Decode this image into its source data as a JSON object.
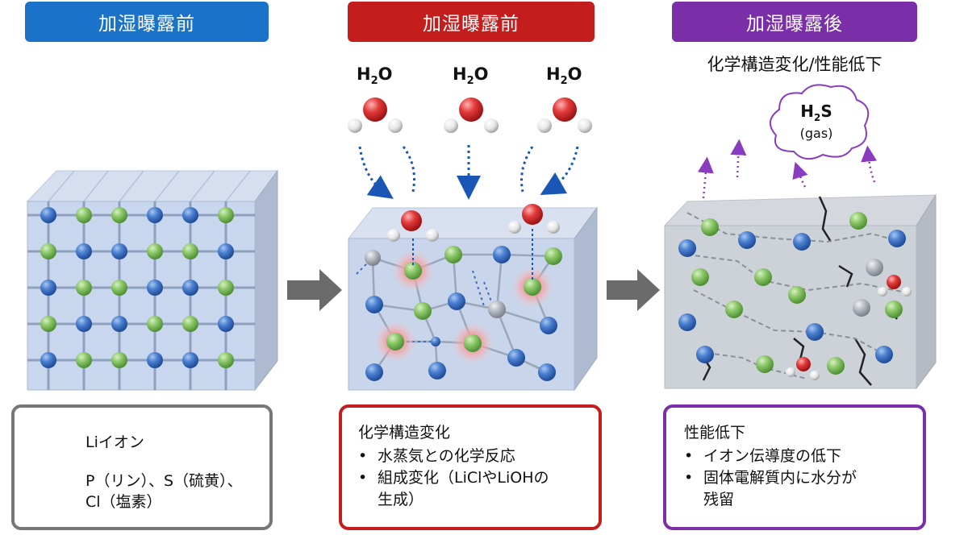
{
  "headers": {
    "before_left": "加湿曝露前",
    "before_mid": "加湿曝露前",
    "after": "加湿曝露後"
  },
  "subtitle": "化学構造変化/性能低下",
  "water_label": {
    "main": "H",
    "sub": "2",
    "tail": "O"
  },
  "h2s_label": {
    "main": "H",
    "sub": "2",
    "tail": "S",
    "gas": "(gas)"
  },
  "legend": {
    "li": "Liイオン",
    "anion_line1": "P（リン）、S（硫黄）、",
    "anion_line2": "Cl（塩素）"
  },
  "box_mid": {
    "title": "化学構造変化",
    "bullet_1": "水蒸気との化学反応",
    "bullet_2a": "組成変化（LiClやLiOHの",
    "bullet_2b": "生成）",
    "bullet_char": "•"
  },
  "box_right": {
    "title": "性能低下",
    "bullet_1": "イオン伝導度の低下",
    "bullet_2a": "固体電解質内に水分が",
    "bullet_2b": "残留",
    "bullet_char": "•"
  },
  "colors": {
    "blue_header": "#1a73c9",
    "red_header": "#c41d1d",
    "purple_header": "#7a2ea8",
    "li_ion": "#3d6fc2",
    "anion": "#7cbf5a",
    "arrow_gray": "#6b6b6b"
  }
}
